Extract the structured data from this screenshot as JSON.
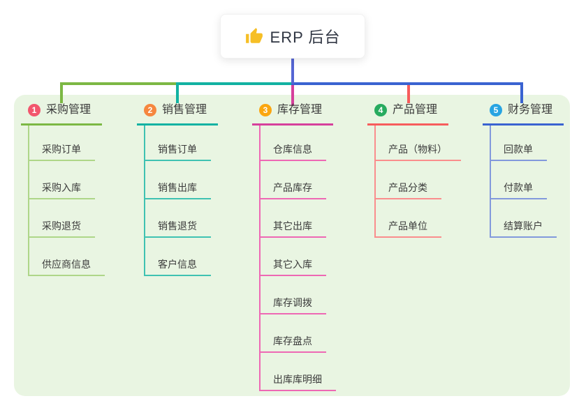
{
  "root": {
    "label": "ERP 后台",
    "icon": "thumbs-up-icon",
    "icon_color": "#f6bf26",
    "line_color": "#5566d4"
  },
  "board": {
    "background": "#e9f5e2"
  },
  "branches": [
    {
      "index": "1",
      "title": "采购管理",
      "colors": {
        "badge": "#f2566d",
        "main": "#7cb844",
        "sub": "#aed688"
      },
      "items": [
        "采购订单",
        "采购入库",
        "采购退货",
        "供应商信息"
      ]
    },
    {
      "index": "2",
      "title": "销售管理",
      "colors": {
        "badge": "#f6873f",
        "main": "#12b2a2",
        "sub": "#3fc2b2"
      },
      "items": [
        "销售订单",
        "销售出库",
        "销售退货",
        "客户信息"
      ]
    },
    {
      "index": "3",
      "title": "库存管理",
      "colors": {
        "badge": "#fba60f",
        "main": "#d6409c",
        "sub": "#ee68b4"
      },
      "items": [
        "仓库信息",
        "产品库存",
        "其它出库",
        "其它入库",
        "库存调拨",
        "库存盘点",
        "出库库明细"
      ]
    },
    {
      "index": "4",
      "title": "产品管理",
      "colors": {
        "badge": "#27ab5f",
        "main": "#f75c5c",
        "sub": "#fa8d8d"
      },
      "items": [
        "产品（物料）",
        "产品分类",
        "产品单位"
      ]
    },
    {
      "index": "5",
      "title": "财务管理",
      "colors": {
        "badge": "#27a4e2",
        "main": "#3a63d1",
        "sub": "#8299dc"
      },
      "items": [
        "回款单",
        "付款单",
        "结算账户"
      ]
    }
  ]
}
